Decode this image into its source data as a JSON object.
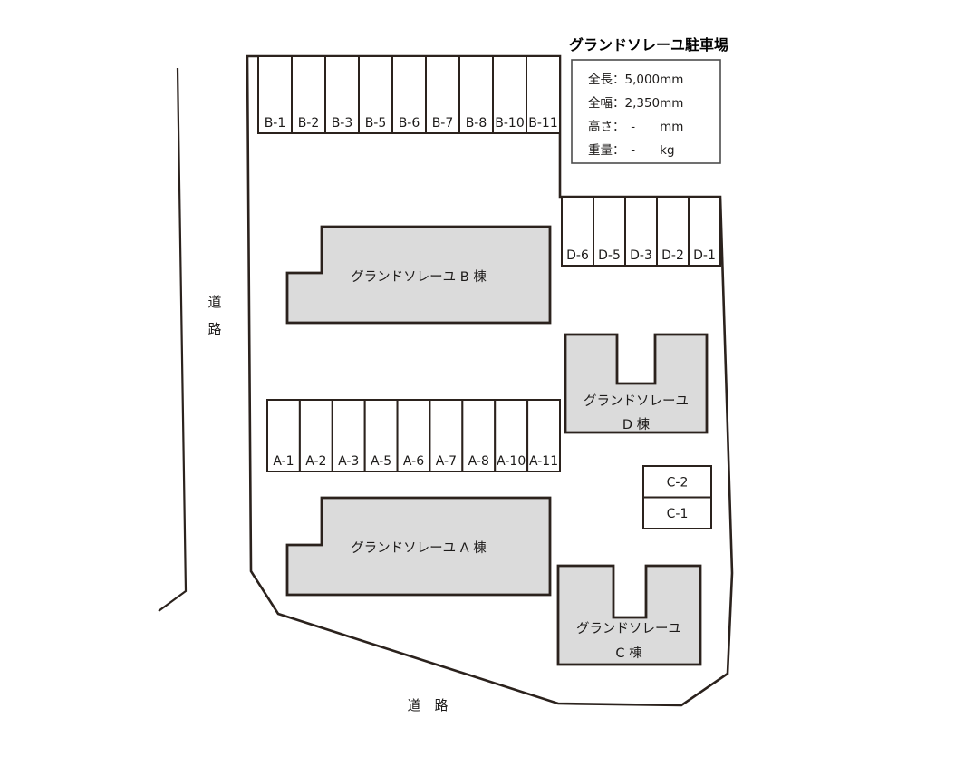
{
  "title": "グランドソレーユ駐車場",
  "spec_box": {
    "rows": [
      "全長：5,000mm",
      "全幅：2,350mm",
      "高さ：　-　　mm",
      "重量：　-　　kg"
    ]
  },
  "roads": {
    "left_vertical": [
      "道",
      "路"
    ],
    "bottom": "道　路"
  },
  "parking": {
    "rows": [
      {
        "id": "B",
        "labels": [
          "B-1",
          "B-2",
          "B-3",
          "B-5",
          "B-6",
          "B-7",
          "B-8",
          "B-10",
          "B-11"
        ]
      },
      {
        "id": "D",
        "labels": [
          "D-6",
          "D-5",
          "D-3",
          "D-2",
          "D-1"
        ]
      },
      {
        "id": "A",
        "labels": [
          "A-1",
          "A-2",
          "A-3",
          "A-5",
          "A-6",
          "A-7",
          "A-8",
          "A-10",
          "A-11"
        ]
      },
      {
        "id": "C",
        "labels": [
          "C-2",
          "C-1"
        ]
      }
    ]
  },
  "buildings": [
    {
      "id": "B",
      "lines": [
        "グランドソレーユ B 棟"
      ]
    },
    {
      "id": "D",
      "lines": [
        "グランドソレーユ",
        "D 棟"
      ]
    },
    {
      "id": "A",
      "lines": [
        "グランドソレーユ A 棟"
      ]
    },
    {
      "id": "C",
      "lines": [
        "グランドソレーユ",
        "C 棟"
      ]
    }
  ],
  "colors": {
    "line": "#2b221d",
    "building_fill": "#dbdbdb",
    "text": "#1d1b1a",
    "spec_border": "#4d4d4d"
  }
}
